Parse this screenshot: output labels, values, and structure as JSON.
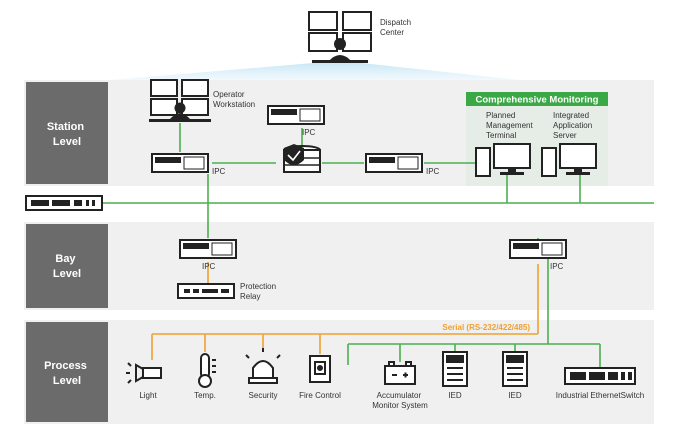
{
  "levels": {
    "station": [
      "Station",
      "Level"
    ],
    "bay": [
      "Bay",
      "Level"
    ],
    "process": [
      "Process",
      "Level"
    ]
  },
  "dispatch_center": [
    "Dispatch",
    "Center"
  ],
  "operator_workstation": [
    "Operator",
    "Workstation"
  ],
  "ipc_label": "IPC",
  "comprehensive_monitoring": {
    "title": "Comprehensive Monitoring",
    "planned_terminal": [
      "Planned",
      "Management",
      "Terminal"
    ],
    "integrated_server": [
      "Integrated",
      "Application",
      "Server"
    ]
  },
  "protection_relay": [
    "Protection",
    "Relay"
  ],
  "serial_label": "Serial (RS-232/422/485)",
  "process_devices": {
    "light": "Light",
    "temp": "Temp.",
    "security": "Security",
    "fire_control": "Fire Control",
    "accumulator": [
      "Accumulator",
      "Monitor System"
    ],
    "ied_1": "IED",
    "ied_2": "IED",
    "industrial_switch": "Industrial EthernetSwitch"
  },
  "colors": {
    "band_bg": "#f0f0f0",
    "level_box": "#6b6b6b",
    "ethernet_line": "#4caf50",
    "serial_line": "#f0a030",
    "monitoring_header": "#3aa845",
    "monitoring_bg": "#e6ece6",
    "uplink_glow": "#d5ecf7"
  }
}
